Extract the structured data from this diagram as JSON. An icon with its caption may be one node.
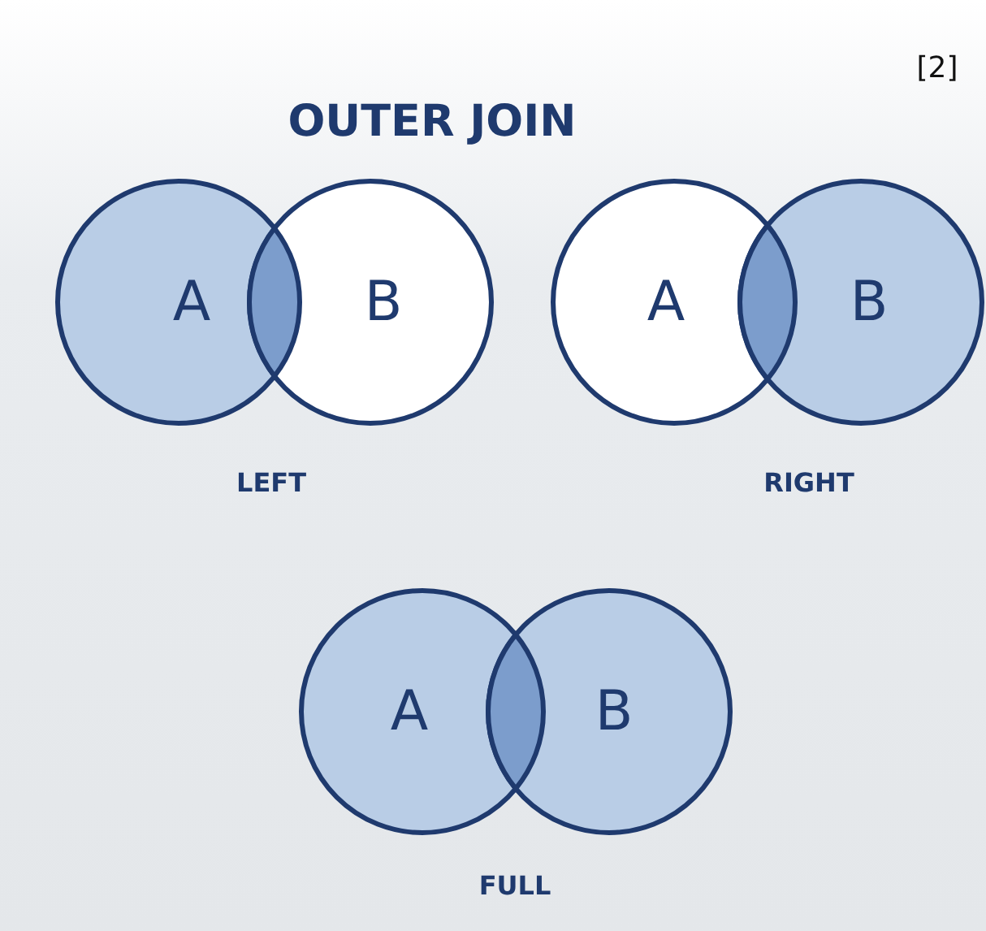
{
  "diagram": {
    "title": "OUTER JOIN",
    "nodes": [
      {
        "text": [
          "A"
        ]
      },
      {
        "text": [
          "B"
        ]
      },
      {
        "text": [
          "A"
        ]
      },
      {
        "text": [
          "B"
        ]
      },
      {
        "text": [
          "A"
        ]
      },
      {
        "text": [
          "B"
        ]
      }
    ],
    "labels": [
      "[2]",
      "LEFT",
      "RIGHT",
      "FULL"
    ]
  }
}
